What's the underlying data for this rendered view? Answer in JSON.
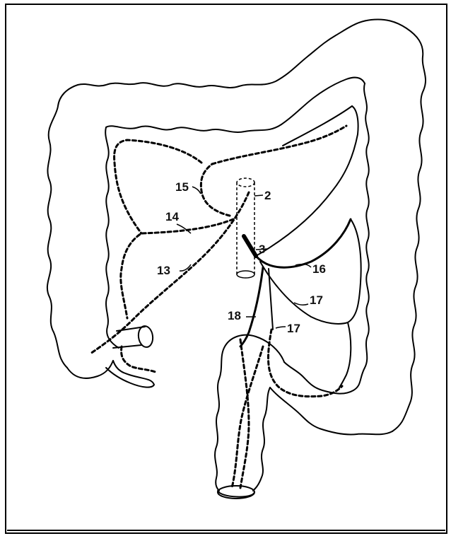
{
  "diagram": {
    "labels": {
      "l2": "2",
      "l3": "3",
      "l13": "13",
      "l14": "14",
      "l15": "15",
      "l16": "16",
      "l17a": "17",
      "l17b": "17",
      "l18": "18"
    }
  }
}
